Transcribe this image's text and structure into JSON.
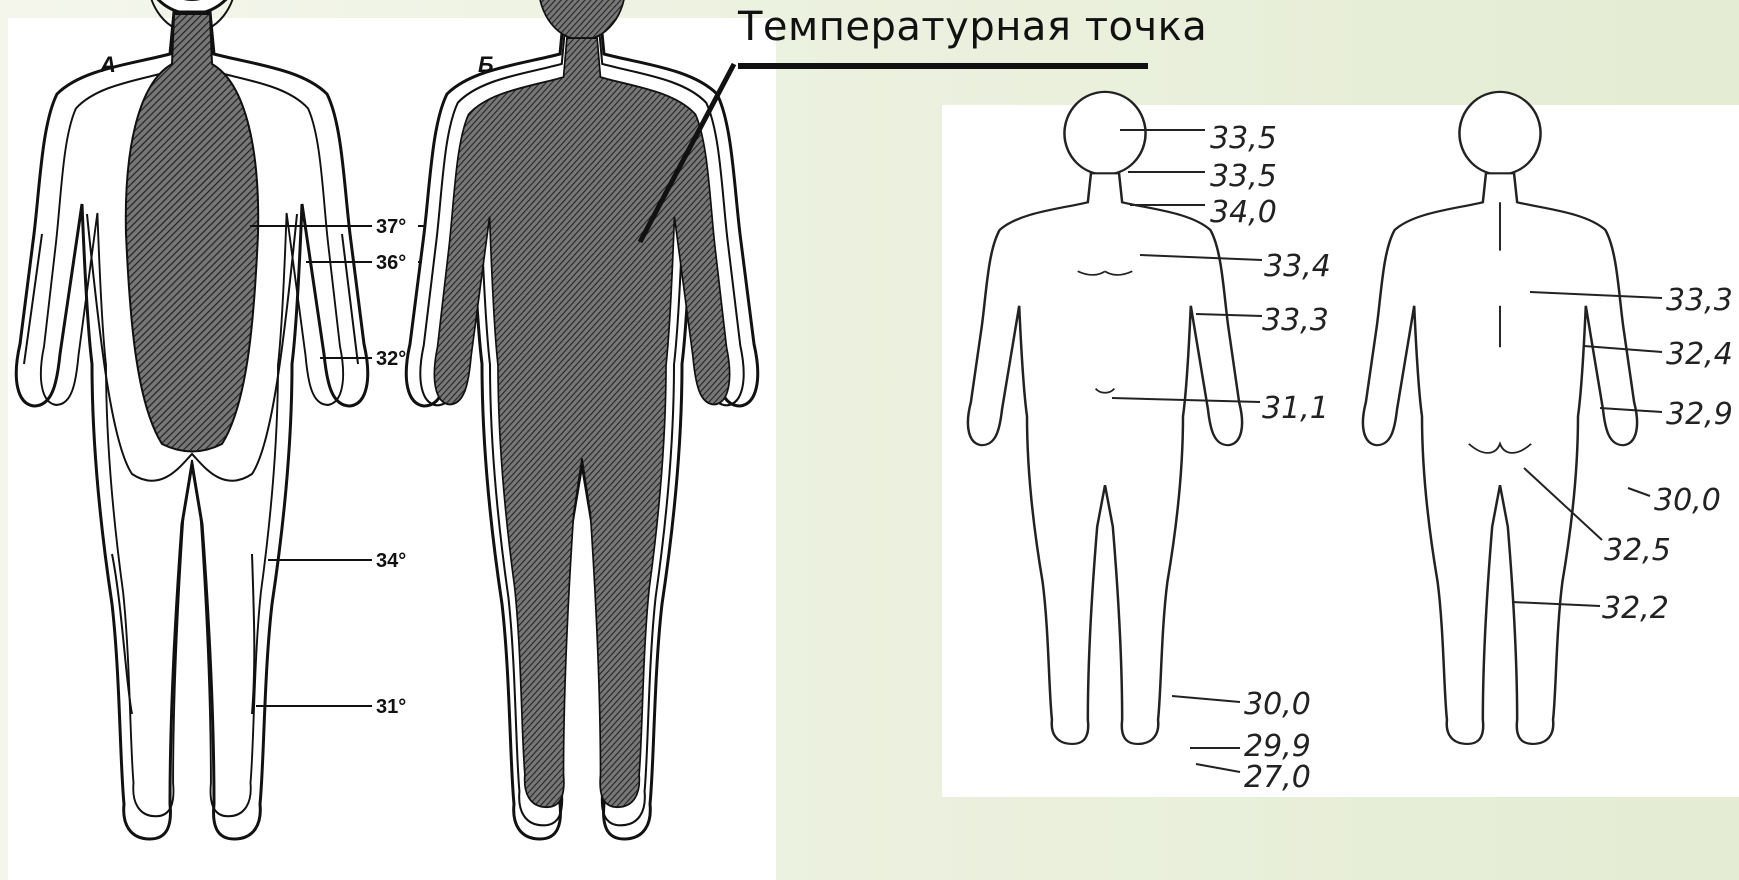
{
  "callout": {
    "text": "Температурная точка"
  },
  "left_figure": {
    "label_a": "А",
    "label_b": "Б",
    "isotherms": [
      "37°",
      "36°",
      "32°",
      "34°",
      "31°"
    ]
  },
  "right_figure": {
    "front_temps": [
      "33,5",
      "33,5",
      "34,0",
      "33,4",
      "33,3",
      "31,1",
      "30,0",
      "29,9",
      "27,0"
    ],
    "back_temps": [
      "33,3",
      "32,4",
      "32,9",
      "30,0",
      "32,5",
      "32,2"
    ]
  }
}
